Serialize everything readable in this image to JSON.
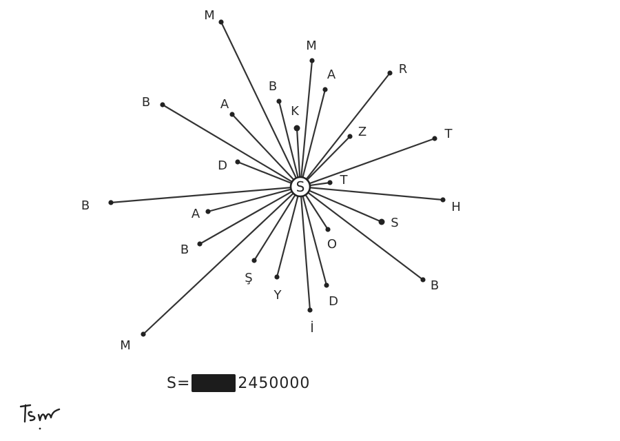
{
  "diagram": {
    "center_label": "S",
    "spokes": [
      {
        "label": "M"
      },
      {
        "label": "M"
      },
      {
        "label": "A"
      },
      {
        "label": "R"
      },
      {
        "label": "B"
      },
      {
        "label": "A"
      },
      {
        "label": "B"
      },
      {
        "label": "K"
      },
      {
        "label": "Z"
      },
      {
        "label": "T"
      },
      {
        "label": "D"
      },
      {
        "label": "T"
      },
      {
        "label": "B"
      },
      {
        "label": "H"
      },
      {
        "label": "A"
      },
      {
        "label": "S"
      },
      {
        "label": "B"
      },
      {
        "label": "O"
      },
      {
        "label": "Ş"
      },
      {
        "label": "Y"
      },
      {
        "label": "D"
      },
      {
        "label": "B"
      },
      {
        "label": "İ"
      },
      {
        "label": "M"
      }
    ]
  },
  "formula": {
    "prefix": "S=",
    "value": "2450000"
  },
  "colors": {
    "ink": "#2b2b2b",
    "redaction": "#1c1c1c"
  }
}
